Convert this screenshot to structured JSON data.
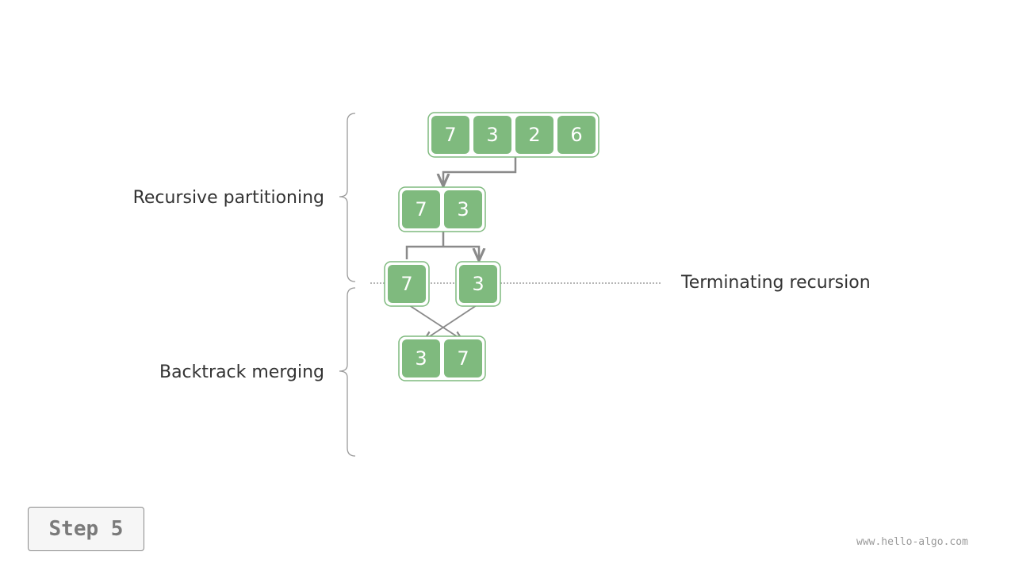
{
  "labels": {
    "partitioning": "Recursive partitioning",
    "terminating": "Terminating recursion",
    "merging": "Backtrack merging"
  },
  "arrays": {
    "root": [
      "7",
      "3",
      "2",
      "6"
    ],
    "level1": [
      "7",
      "3"
    ],
    "leaf_left": [
      "7"
    ],
    "leaf_right": [
      "3"
    ],
    "merged": [
      "3",
      "7"
    ]
  },
  "step": "Step 5",
  "watermark": "www.hello-algo.com",
  "colors": {
    "cell_fill": "#7fba7e",
    "cell_border": "#7fba7e",
    "arrow": "#8a8a8a",
    "brace": "#9a9a9a",
    "text": "#333333"
  }
}
